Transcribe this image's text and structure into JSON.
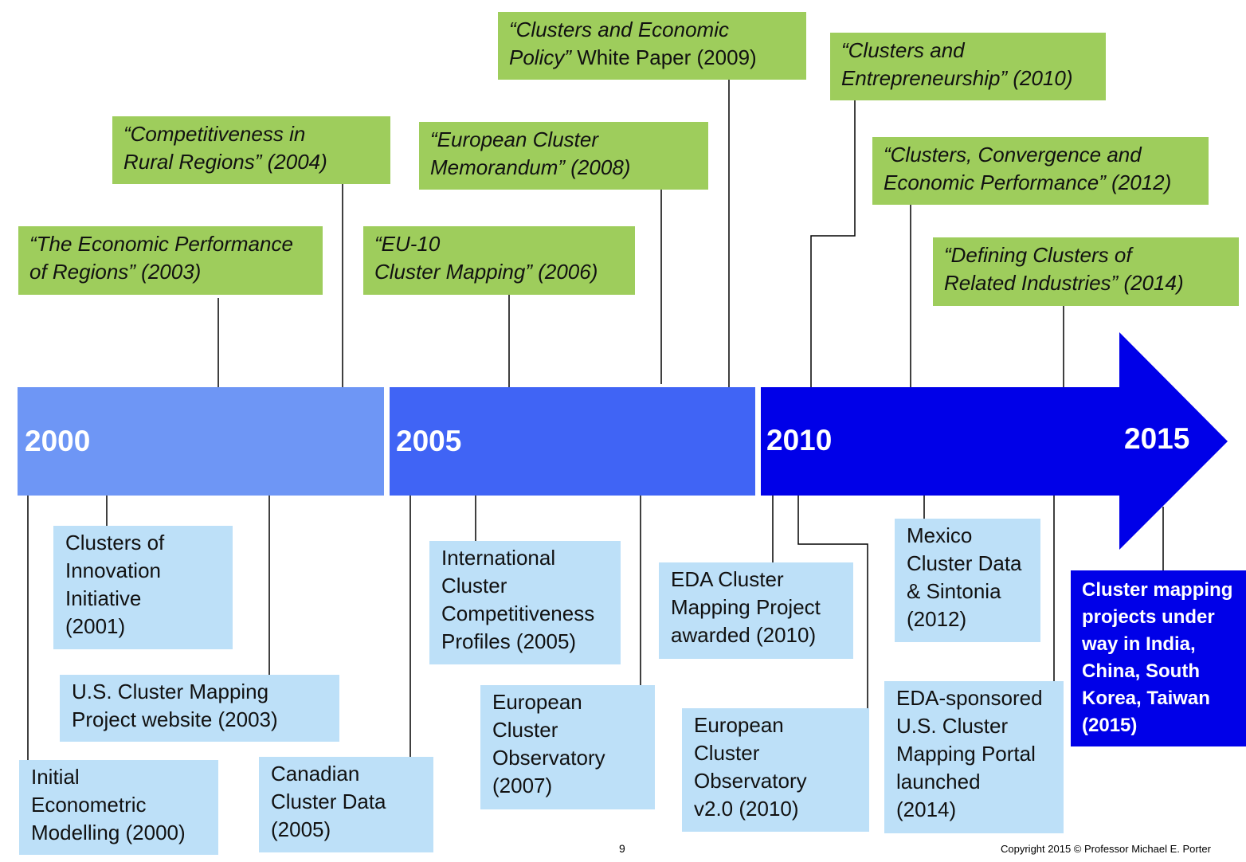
{
  "timeline": {
    "years": [
      "2000",
      "2005",
      "2010",
      "2015"
    ],
    "colors": {
      "seg1": "#6e96f5",
      "seg2": "#4064f5",
      "seg3": "#0000e8"
    }
  },
  "publications": [
    {
      "id": "pub2003",
      "lines": [
        [
          {
            "t": "“The Economic Performance",
            "i": true
          }
        ],
        [
          {
            "t": "of Regions” (2003)",
            "i": true
          }
        ]
      ]
    },
    {
      "id": "pub2004",
      "lines": [
        [
          {
            "t": "“Competitiveness in",
            "i": true
          }
        ],
        [
          {
            "t": "Rural Regions” (2004)",
            "i": true
          }
        ]
      ]
    },
    {
      "id": "pub2006",
      "lines": [
        [
          {
            "t": "“EU-10",
            "i": true
          }
        ],
        [
          {
            "t": "Cluster Mapping” (2006)",
            "i": true
          }
        ]
      ]
    },
    {
      "id": "pub2008",
      "lines": [
        [
          {
            "t": "“European Cluster",
            "i": true
          }
        ],
        [
          {
            "t": "Memorandum” (2008)",
            "i": true
          }
        ]
      ]
    },
    {
      "id": "pub2009",
      "lines": [
        [
          {
            "t": "“Clusters and Economic",
            "i": true
          }
        ],
        [
          {
            "t": "Policy”",
            "i": true
          },
          {
            "t": " White Paper  (2009)",
            "i": false
          }
        ]
      ]
    },
    {
      "id": "pub2010",
      "lines": [
        [
          {
            "t": "“Clusters and",
            "i": true
          }
        ],
        [
          {
            "t": "Entrepreneurship” (2010)",
            "i": true
          }
        ]
      ]
    },
    {
      "id": "pub2012",
      "lines": [
        [
          {
            "t": "“Clusters, Convergence and",
            "i": true
          }
        ],
        [
          {
            "t": "Economic Performance”  (2012)",
            "i": true
          }
        ]
      ]
    },
    {
      "id": "pub2014",
      "lines": [
        [
          {
            "t": "“Defining Clusters of",
            "i": true
          }
        ],
        [
          {
            "t": "Related Industries” (2014)",
            "i": true
          }
        ]
      ]
    }
  ],
  "milestones": [
    {
      "id": "ms2000",
      "lines": [
        "Initial",
        "Econometric",
        "Modelling (2000)"
      ]
    },
    {
      "id": "ms2001",
      "lines": [
        "Clusters of",
        "Innovation",
        "Initiative",
        "(2001)"
      ]
    },
    {
      "id": "ms2003",
      "lines": [
        "U.S. Cluster Mapping",
        "Project  website (2003)"
      ]
    },
    {
      "id": "ms2005a",
      "lines": [
        "Canadian",
        "Cluster Data",
        "(2005)"
      ]
    },
    {
      "id": "ms2005b",
      "lines": [
        "International",
        "Cluster",
        "Competitiveness",
        "Profiles (2005)"
      ]
    },
    {
      "id": "ms2007",
      "lines": [
        "European",
        "Cluster",
        "Observatory",
        "(2007)"
      ]
    },
    {
      "id": "ms2010a",
      "lines": [
        "EDA Cluster",
        "Mapping Project",
        "awarded (2010)"
      ]
    },
    {
      "id": "ms2010b",
      "lines": [
        "European",
        "Cluster",
        "Observatory",
        "v2.0 (2010)"
      ]
    },
    {
      "id": "ms2012",
      "lines": [
        "Mexico",
        "Cluster Data",
        "& Sintonia",
        "(2012)"
      ]
    },
    {
      "id": "ms2014",
      "lines": [
        "EDA-sponsored",
        "U.S. Cluster",
        "Mapping Portal",
        "launched",
        "(2014)"
      ]
    }
  ],
  "final": {
    "id": "ms2015",
    "lines": [
      "Cluster mapping",
      "projects under",
      "way in India,",
      "China, South",
      "Korea, Taiwan",
      "(2015)"
    ]
  },
  "footer": {
    "page_number": "9",
    "copyright": "Copyright 2015 © Professor Michael E. Porter"
  }
}
